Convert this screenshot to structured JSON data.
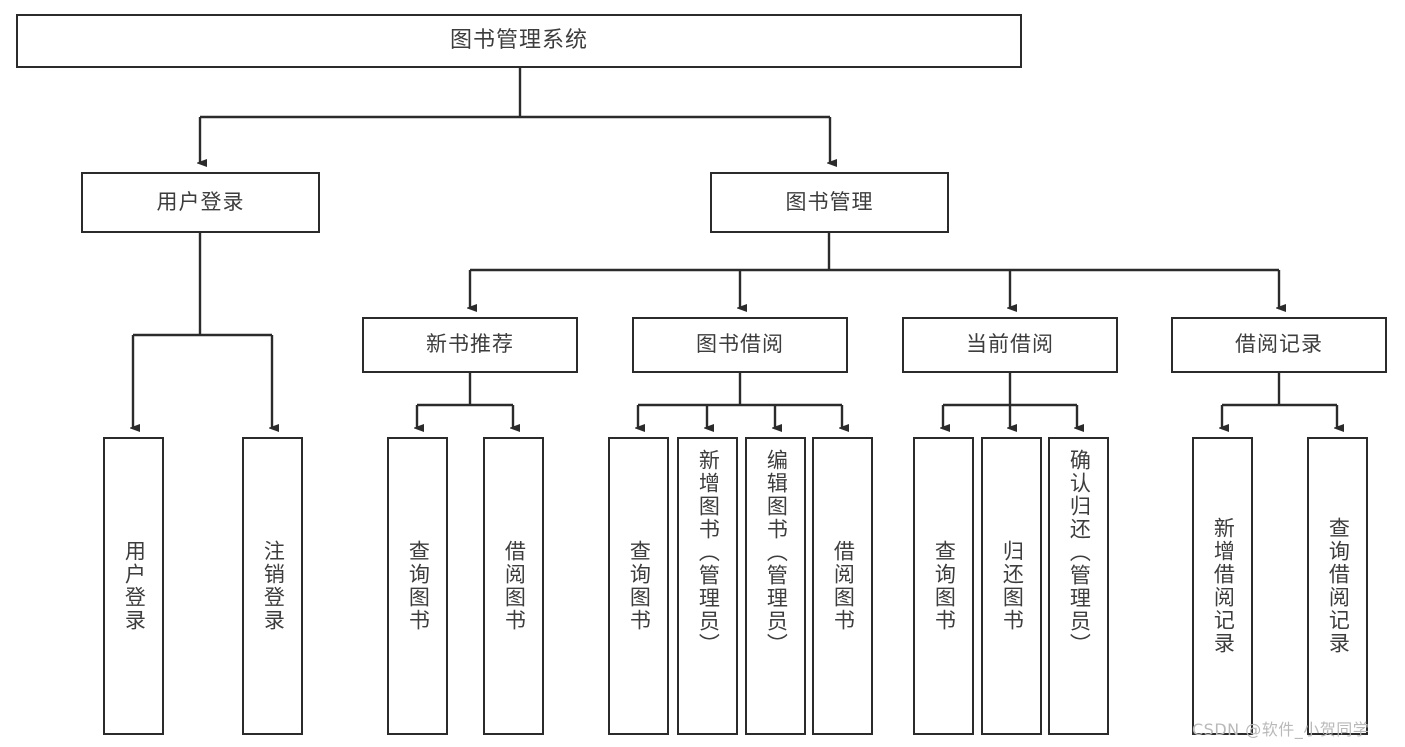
{
  "diagram": {
    "title": "图书管理系统",
    "type": "tree-hierarchy-chart"
  },
  "nodes": {
    "root": {
      "label": "图书管理系统"
    },
    "level2": [
      {
        "label": "用户登录"
      },
      {
        "label": "图书管理"
      }
    ],
    "level3": [
      {
        "label": "新书推荐"
      },
      {
        "label": "图书借阅"
      },
      {
        "label": "当前借阅"
      },
      {
        "label": "借阅记录"
      }
    ],
    "leaves": {
      "user_login": [
        {
          "label": "用户登录"
        },
        {
          "label": "注销登录"
        }
      ],
      "new_book_recommend": [
        {
          "label": "查询图书"
        },
        {
          "label": "借阅图书"
        }
      ],
      "book_borrow": [
        {
          "label": "查询图书"
        },
        {
          "label": "新增图书（管理员）"
        },
        {
          "label": "编辑图书（管理员）"
        },
        {
          "label": "借阅图书"
        }
      ],
      "current_borrow": [
        {
          "label": "查询图书"
        },
        {
          "label": "归还图书"
        },
        {
          "label": "确认归还（管理员）"
        }
      ],
      "borrow_record": [
        {
          "label": "新增借阅记录"
        },
        {
          "label": "查询借阅记录"
        }
      ]
    }
  },
  "watermark": {
    "text": "CSDN @软件_小贺同学"
  },
  "colors": {
    "box_border": "#2b2b2b",
    "box_fill": "#ffffff",
    "text": "#3d3d3d",
    "connector": "#2b2b2b",
    "watermark": "#b9b9b9"
  }
}
